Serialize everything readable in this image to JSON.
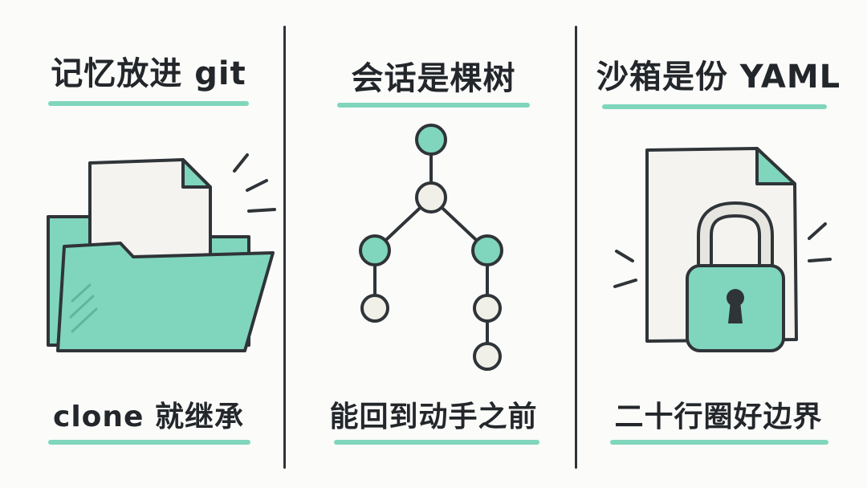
{
  "colors": {
    "accent": "#7fd6bc",
    "ink": "#2f3438",
    "paper": "#f4f3ef",
    "node_light": "#f1f0e8",
    "background": "#fbfbf9"
  },
  "panels": [
    {
      "title": "记忆放进 git",
      "caption": "clone 就继承",
      "icon": "folder-with-document-icon"
    },
    {
      "title": "会话是棵树",
      "caption": "能回到动手之前",
      "icon": "tree-graph-icon"
    },
    {
      "title": "沙箱是份 YAML",
      "caption": "二十行圈好边界",
      "icon": "document-with-lock-icon"
    }
  ]
}
